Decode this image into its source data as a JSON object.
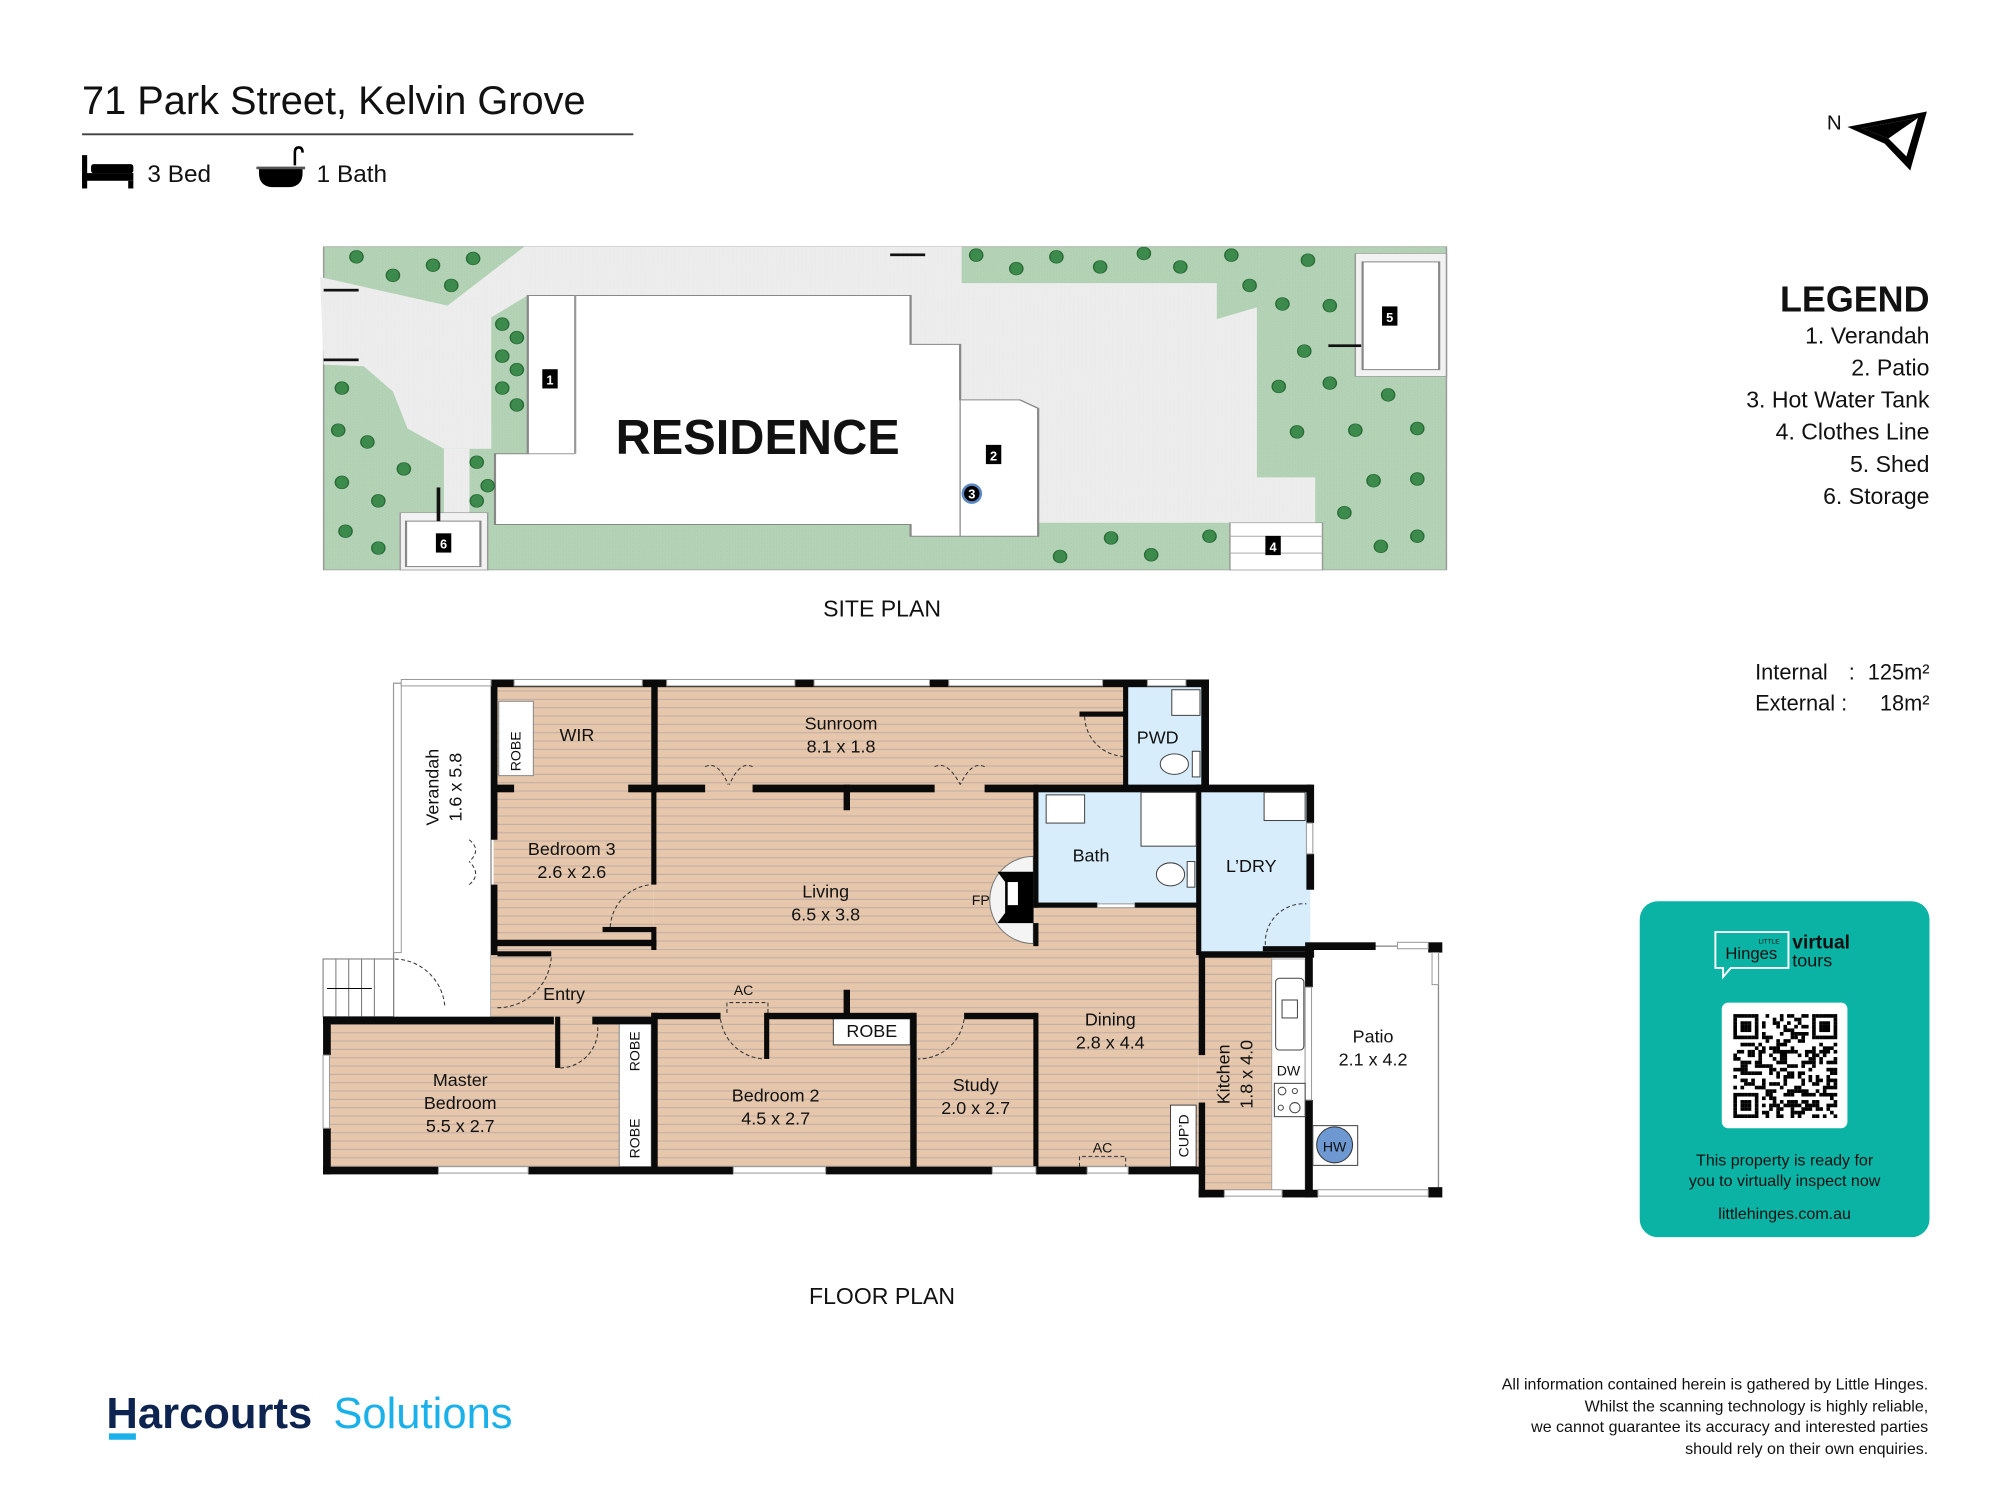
{
  "header": {
    "title": "71 Park Street, Kelvin Grove",
    "beds": "3 Bed",
    "baths": "1 Bath"
  },
  "compass": {
    "label": "N"
  },
  "legend": {
    "title": "LEGEND",
    "items": [
      "1. Verandah",
      "2. Patio",
      "3. Hot Water Tank",
      "4. Clothes Line",
      "5. Shed",
      "6. Storage"
    ]
  },
  "areas": {
    "internal_label": "Internal",
    "internal_sep": ":",
    "internal_value": "125m²",
    "external_label": "External :",
    "external_value": "18m²"
  },
  "site_plan": {
    "caption": "SITE PLAN",
    "residence": "RESIDENCE",
    "markers": [
      "1",
      "2",
      "3",
      "4",
      "5",
      "6"
    ]
  },
  "floor_plan": {
    "caption": "FLOOR PLAN",
    "rooms": {
      "wir": "WIR",
      "sunroom": "Sunroom",
      "sunroom_dim": "8.1 x 1.8",
      "pwd": "PWD",
      "bedroom3": "Bedroom 3",
      "bedroom3_dim": "2.6 x 2.6",
      "living": "Living",
      "living_dim": "6.5 x 3.8",
      "bath": "Bath",
      "laundry": "L’DRY",
      "fireplace": "FP",
      "verandah": "Verandah",
      "verandah_dim": "1.6 x 5.8",
      "entry": "Entry",
      "ac1": "AC",
      "ac2": "AC",
      "robe_bed2": "ROBE",
      "robe_wir": "ROBE",
      "robe_master1": "ROBE",
      "robe_master2": "ROBE",
      "dining": "Dining",
      "dining_dim": "2.8 x 4.4",
      "master1": "Master",
      "master2": "Bedroom",
      "master_dim": "5.5 x 2.7",
      "bedroom2": "Bedroom 2",
      "bedroom2_dim": "4.5 x 2.7",
      "study": "Study",
      "study_dim": "2.0 x 2.7",
      "cupd": "CUP’D",
      "kitchen": "Kitchen",
      "kitchen_dim": "1.8 x 4.0",
      "dw": "DW",
      "patio": "Patio",
      "patio_dim": "2.1 x 4.2",
      "hw": "HW"
    }
  },
  "virtual_tour": {
    "brand_small": "LITTLE",
    "brand": "Hinges",
    "virtual": "virtual",
    "tours": "tours",
    "line1": "This property is ready for",
    "line2": "you to virtually inspect now",
    "url": "littlehinges.com.au",
    "color": "#0bb3a5"
  },
  "agency": {
    "name": "Harcourts",
    "division": "Solutions",
    "primary_color": "#0d2451",
    "accent_color": "#1ab0ea"
  },
  "disclaimer": [
    "All information contained herein is gathered by Little Hinges.",
    "Whilst the scanning technology is highly reliable,",
    "we cannot guarantee its accuracy and interested parties",
    "should rely on their own enquiries."
  ]
}
